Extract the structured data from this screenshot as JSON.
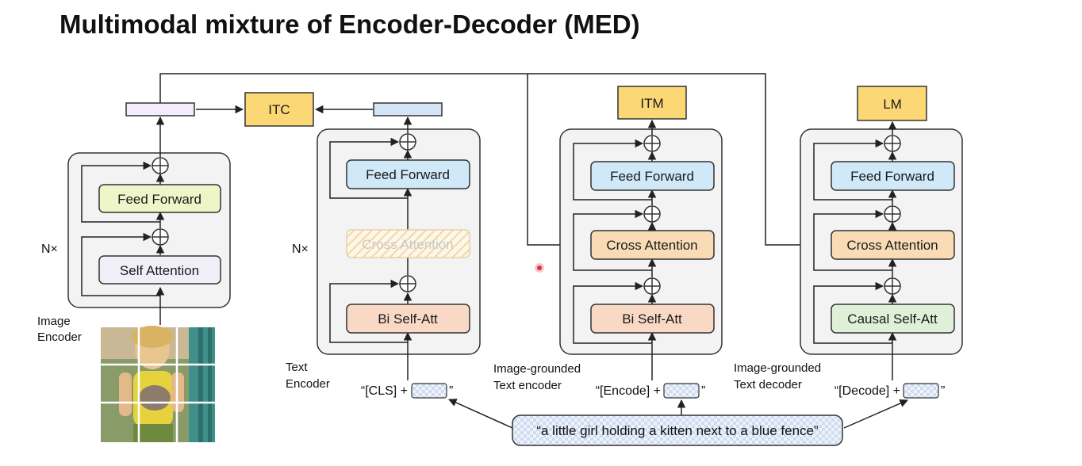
{
  "title": "Multimodal mixture of Encoder-Decoder (MED)",
  "colors": {
    "output": "#fbd776",
    "feed_forward_image": "#eef6c9",
    "feed_forward_text": "#cfe9f8",
    "self_attention": "#f0eff8",
    "bi_self_att": "#f9d9c6",
    "cross_attention": "#f9dcb5",
    "causal_self_att": "#dff0d8",
    "module_bg": "#f3f3f3",
    "image_embed": "#f3ecfa",
    "text_embed": "#d3e5f5"
  },
  "image_encoder": {
    "label": "Image\nEncoder",
    "repeat": "N×",
    "feed_forward": "Feed Forward",
    "self_attention": "Self Attention"
  },
  "text_encoder": {
    "label": "Text\nEncoder",
    "repeat": "N×",
    "feed_forward": "Feed Forward",
    "cross_attention": "Cross Attention",
    "self_att": "Bi Self-Att",
    "token": "“[CLS] +",
    "token_end": "”"
  },
  "grounded_encoder": {
    "label": "Image-grounded\nText encoder",
    "output": "ITM",
    "feed_forward": "Feed Forward",
    "cross_attention": "Cross Attention",
    "self_att": "Bi Self-Att",
    "token": "“[Encode] +",
    "token_end": "”"
  },
  "grounded_decoder": {
    "label": "Image-grounded\nText decoder",
    "output": "LM",
    "feed_forward": "Feed Forward",
    "cross_attention": "Cross Attention",
    "self_att": "Causal Self-Att",
    "token": "“[Decode] +",
    "token_end": "”"
  },
  "itc": "ITC",
  "caption": "“a little girl holding a kitten next to a blue fence”"
}
